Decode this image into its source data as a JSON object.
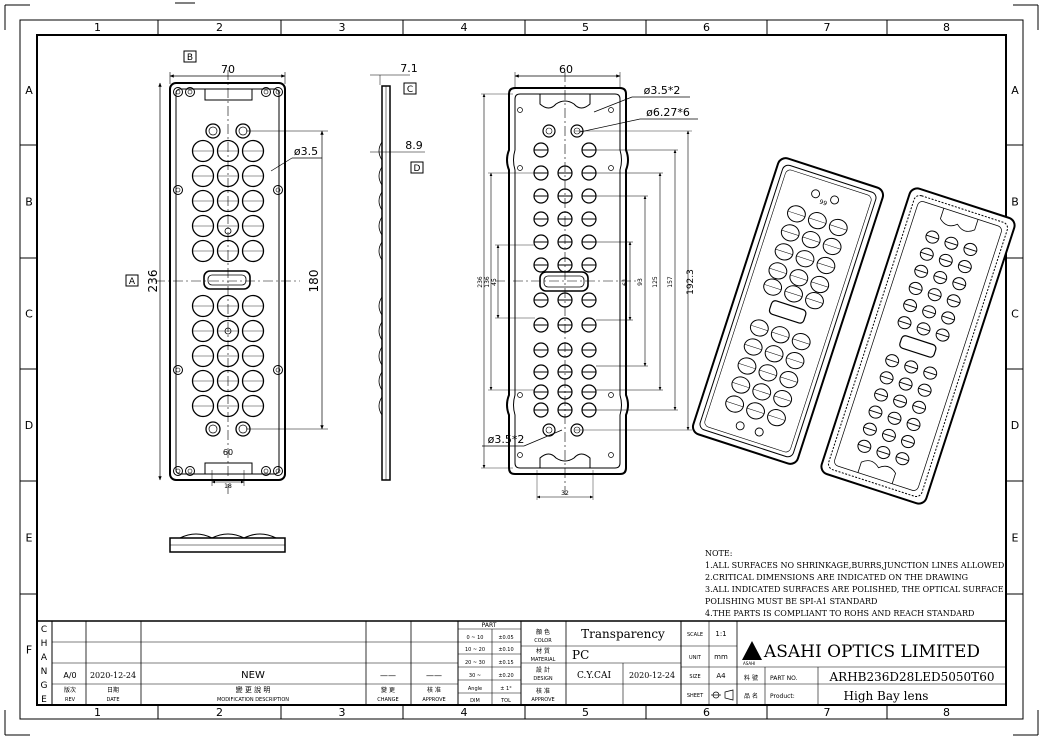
{
  "zones": {
    "columns": [
      "1",
      "2",
      "3",
      "4",
      "5",
      "6",
      "7",
      "8"
    ],
    "rows": [
      "A",
      "B",
      "C",
      "D",
      "E",
      "F"
    ]
  },
  "views": {
    "front": {
      "datum_b": "B",
      "datum_a": "A",
      "dim_width": "70",
      "dim_height": "236",
      "dim_hole_span": "180",
      "dim_hole": "ø3.5",
      "dim_bottom_60": "60",
      "dim_bottom_18": "18"
    },
    "side": {
      "dim_thickness": "7.1",
      "datum_c": "C",
      "dim_lens": "8.9",
      "datum_d": "D"
    },
    "back": {
      "dim_width": "60",
      "dim_hole_top": "ø3.5*2",
      "dim_hole_lens": "ø6.27*6",
      "dim_hole_bottom": "ø3.5*2",
      "dim_236": "236",
      "dim_136": "136",
      "dim_45": "45",
      "dim_61": "61",
      "dim_93": "93",
      "dim_125": "125",
      "dim_157": "157",
      "dim_192": "192.3",
      "dim_32": "32"
    },
    "iso_marking": "99"
  },
  "notes": {
    "heading": "NOTE:",
    "lines": [
      "1.ALL SURFACES NO SHRINKAGE,BURRS,JUNCTION LINES ALLOWED",
      "2.CRITICAL DIMENSIONS ARE INDICATED ON THE DRAWING",
      "3.ALL INDICATED SURFACES ARE POLISHED, THE OPTICAL SURFACE",
      "POLISHING MUST BE SPI-A1 STANDARD",
      "4.THE PARTS IS COMPLIANT TO ROHS AND REACH STANDARD"
    ]
  },
  "title_block": {
    "change_letters": [
      "C",
      "H",
      "A",
      "N",
      "G",
      "E"
    ],
    "revision": {
      "rev": "A/0",
      "date": "2020-12-24",
      "description": "NEW",
      "change": "——",
      "approve": "——"
    },
    "headers": {
      "rev_cn": "版次",
      "rev_en": "REV",
      "date_cn": "日期",
      "date_en": "DATE",
      "desc_cn": "變 更 說 明",
      "desc_en": "MODIFICATION DESCRIPTION",
      "change_cn": "變 更",
      "change_en": "CHANGE",
      "approve_cn": "核 准",
      "approve_en": "APPROVE"
    },
    "tolerance": {
      "title": "PART",
      "rows": [
        [
          "0 ~ 10",
          "±0.05"
        ],
        [
          "10 ~ 20",
          "±0.10"
        ],
        [
          "20 ~ 30",
          "±0.15"
        ],
        [
          "30 ~",
          "±0.20"
        ],
        [
          "Angle",
          "± 1°"
        ],
        [
          "DIM",
          "TOL"
        ]
      ]
    },
    "color_cn": "顏 色",
    "color_en": "COLOR",
    "color_value": "Transparency",
    "material_cn": "材 質",
    "material_en": "MATERIAL",
    "material_value": "PC",
    "design_cn": "設 計",
    "design_en": "DESIGN",
    "designer": "C.Y.CAI",
    "design_date": "2020-12-24",
    "approve_cn": "核 准",
    "approve_en": "APPROVE",
    "scale_label": "SCALE",
    "scale_value": "1:1",
    "unit_label": "UNIT",
    "unit_value": "mm",
    "size_label": "SIZE",
    "size_value": "A4",
    "sheet_label": "SHEET",
    "company": "ASAHI OPTICS LIMITED",
    "logo_text": "ASAHI",
    "part_no_cn": "料 號",
    "part_no_label": "PART NO.",
    "part_no_value": "ARHB236D28LED5050T60",
    "product_cn": "品 名",
    "product_label": "Product:",
    "product_value": "High Bay lens"
  }
}
